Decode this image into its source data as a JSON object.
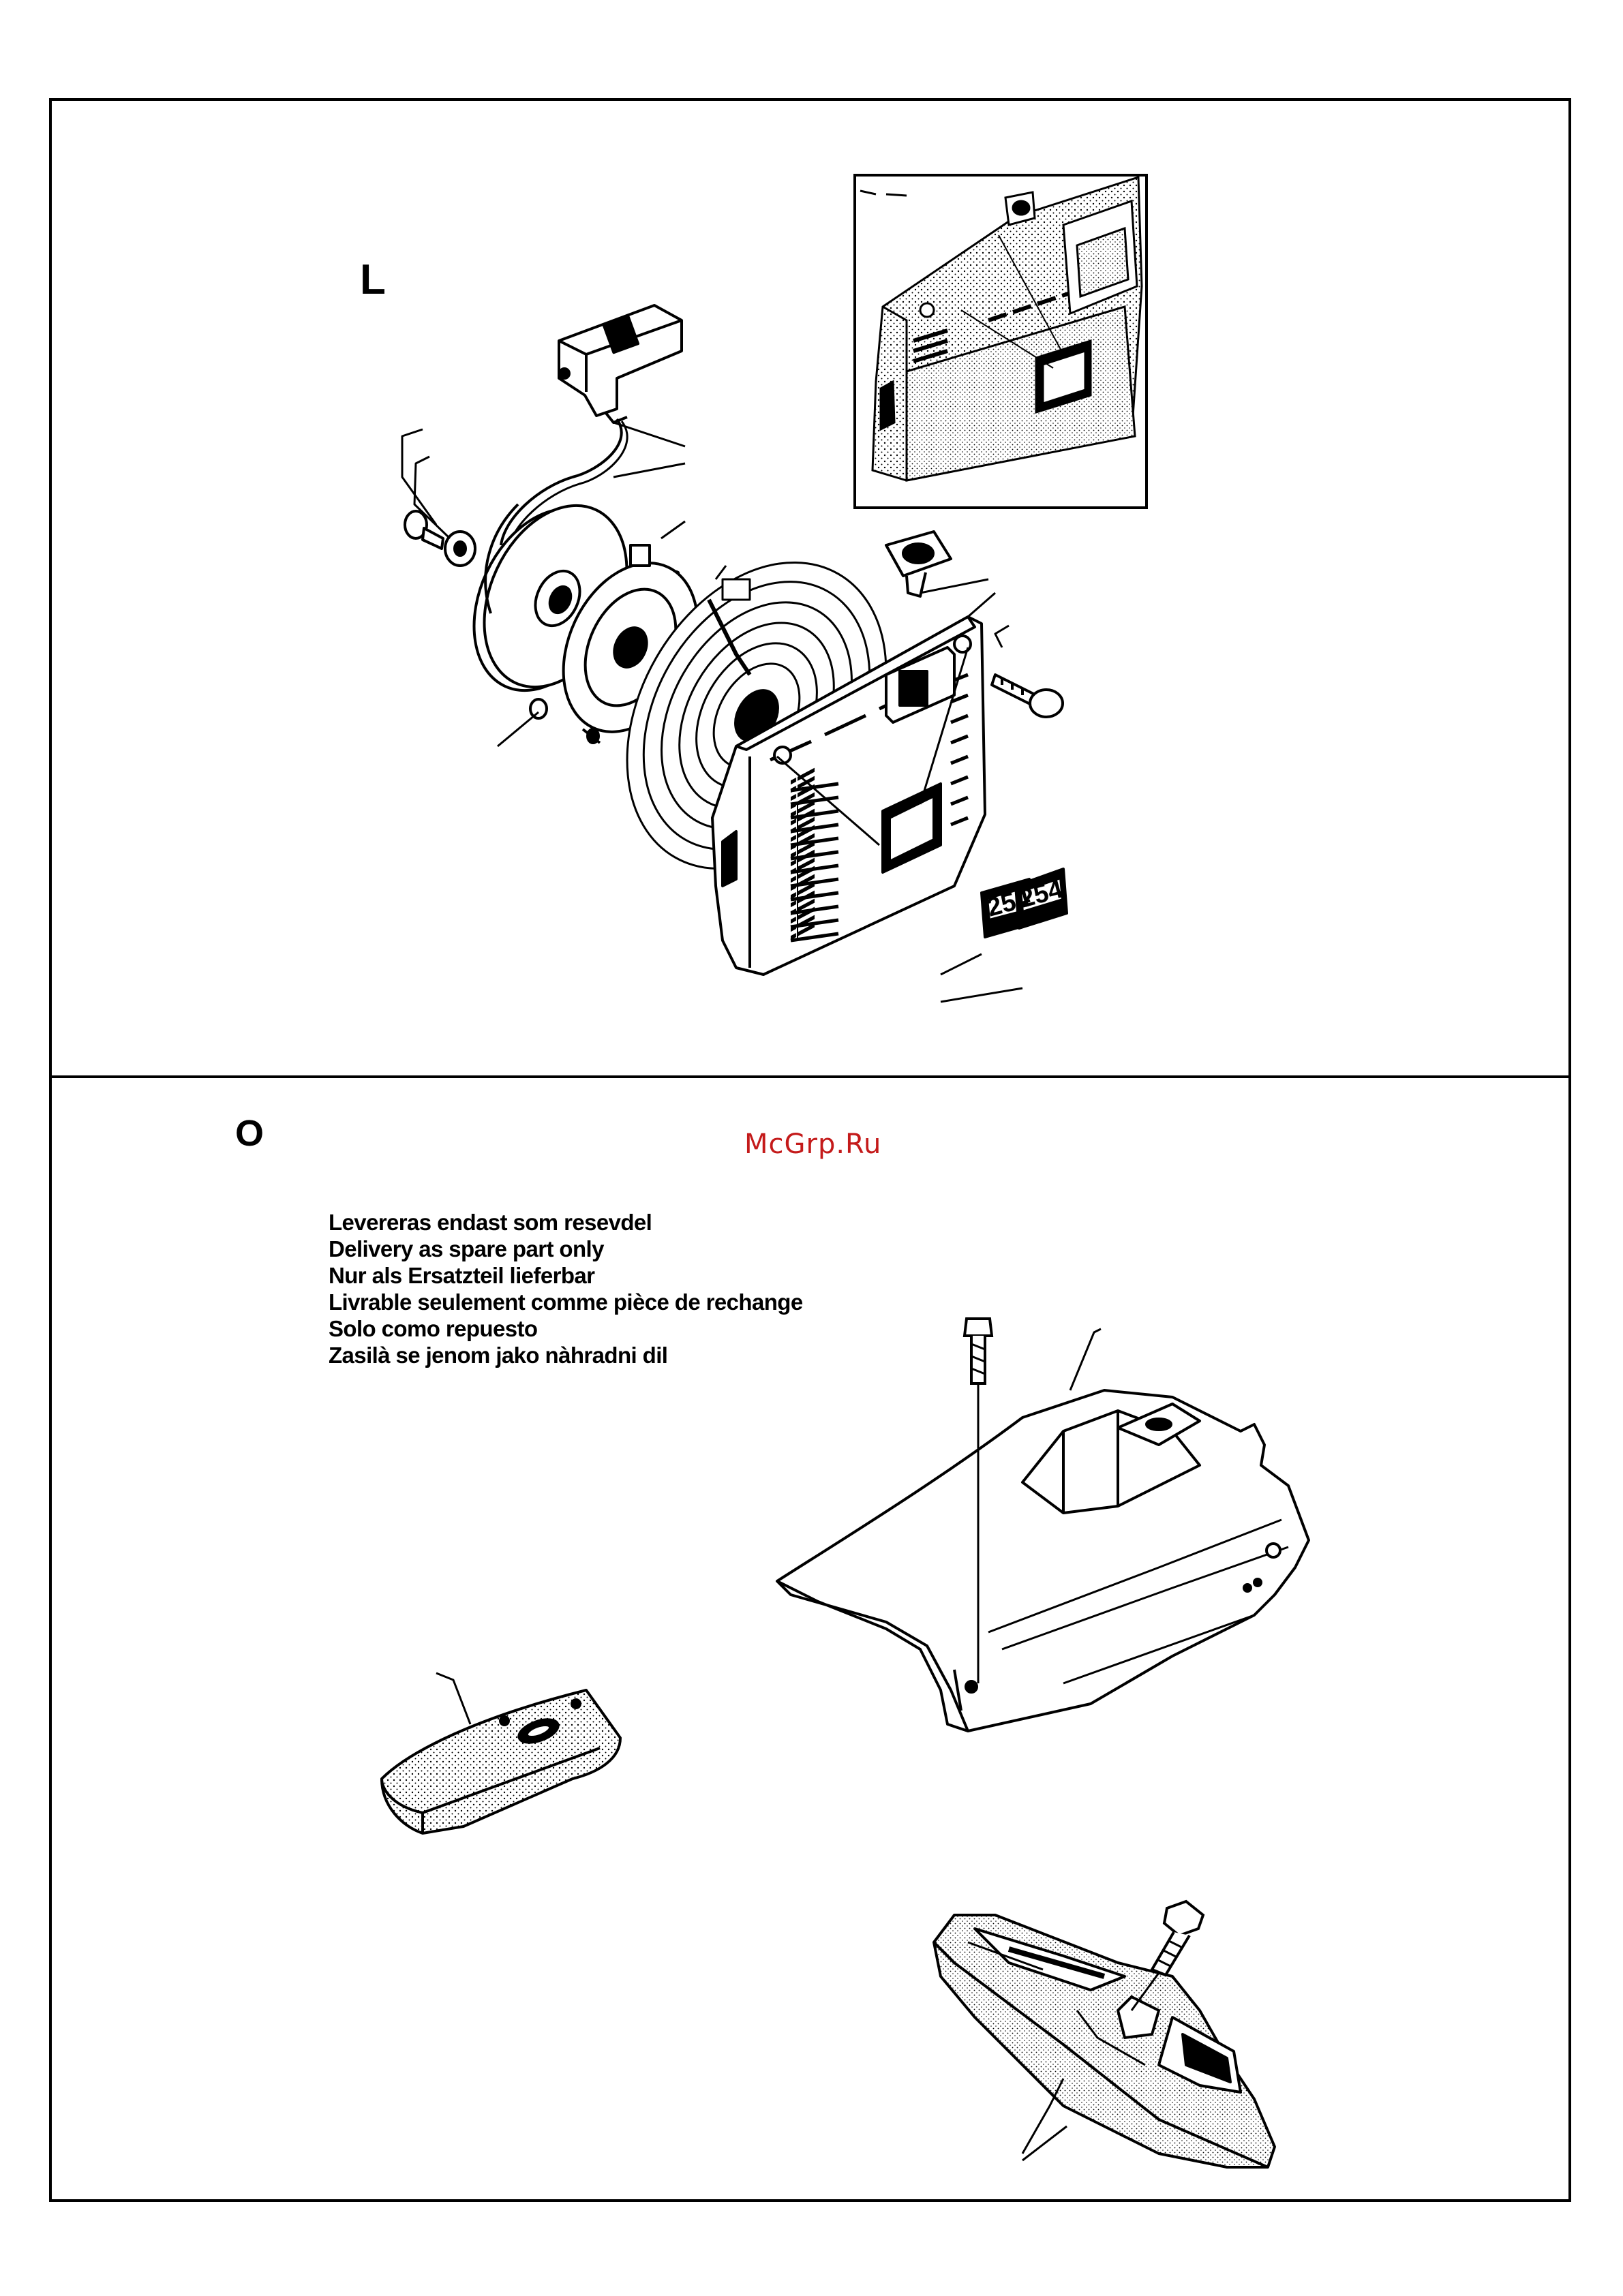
{
  "sections": {
    "starter_letter": "L",
    "cover_letter": "O"
  },
  "watermark": "McGrp.Ru",
  "notice_lines": [
    "Levereras endast som resevdel",
    "Delivery as spare part only",
    "Nur als Ersatzteil lieferbar",
    "Livrable seulement comme pièce de rechange",
    "Solo como repuesto",
    "Zasilà se jenom jako nàhradni dil"
  ],
  "decals": {
    "decal_1": "254",
    "decal_2": "254"
  },
  "colors": {
    "ink": "#000000",
    "watermark": "#c41a1a"
  }
}
